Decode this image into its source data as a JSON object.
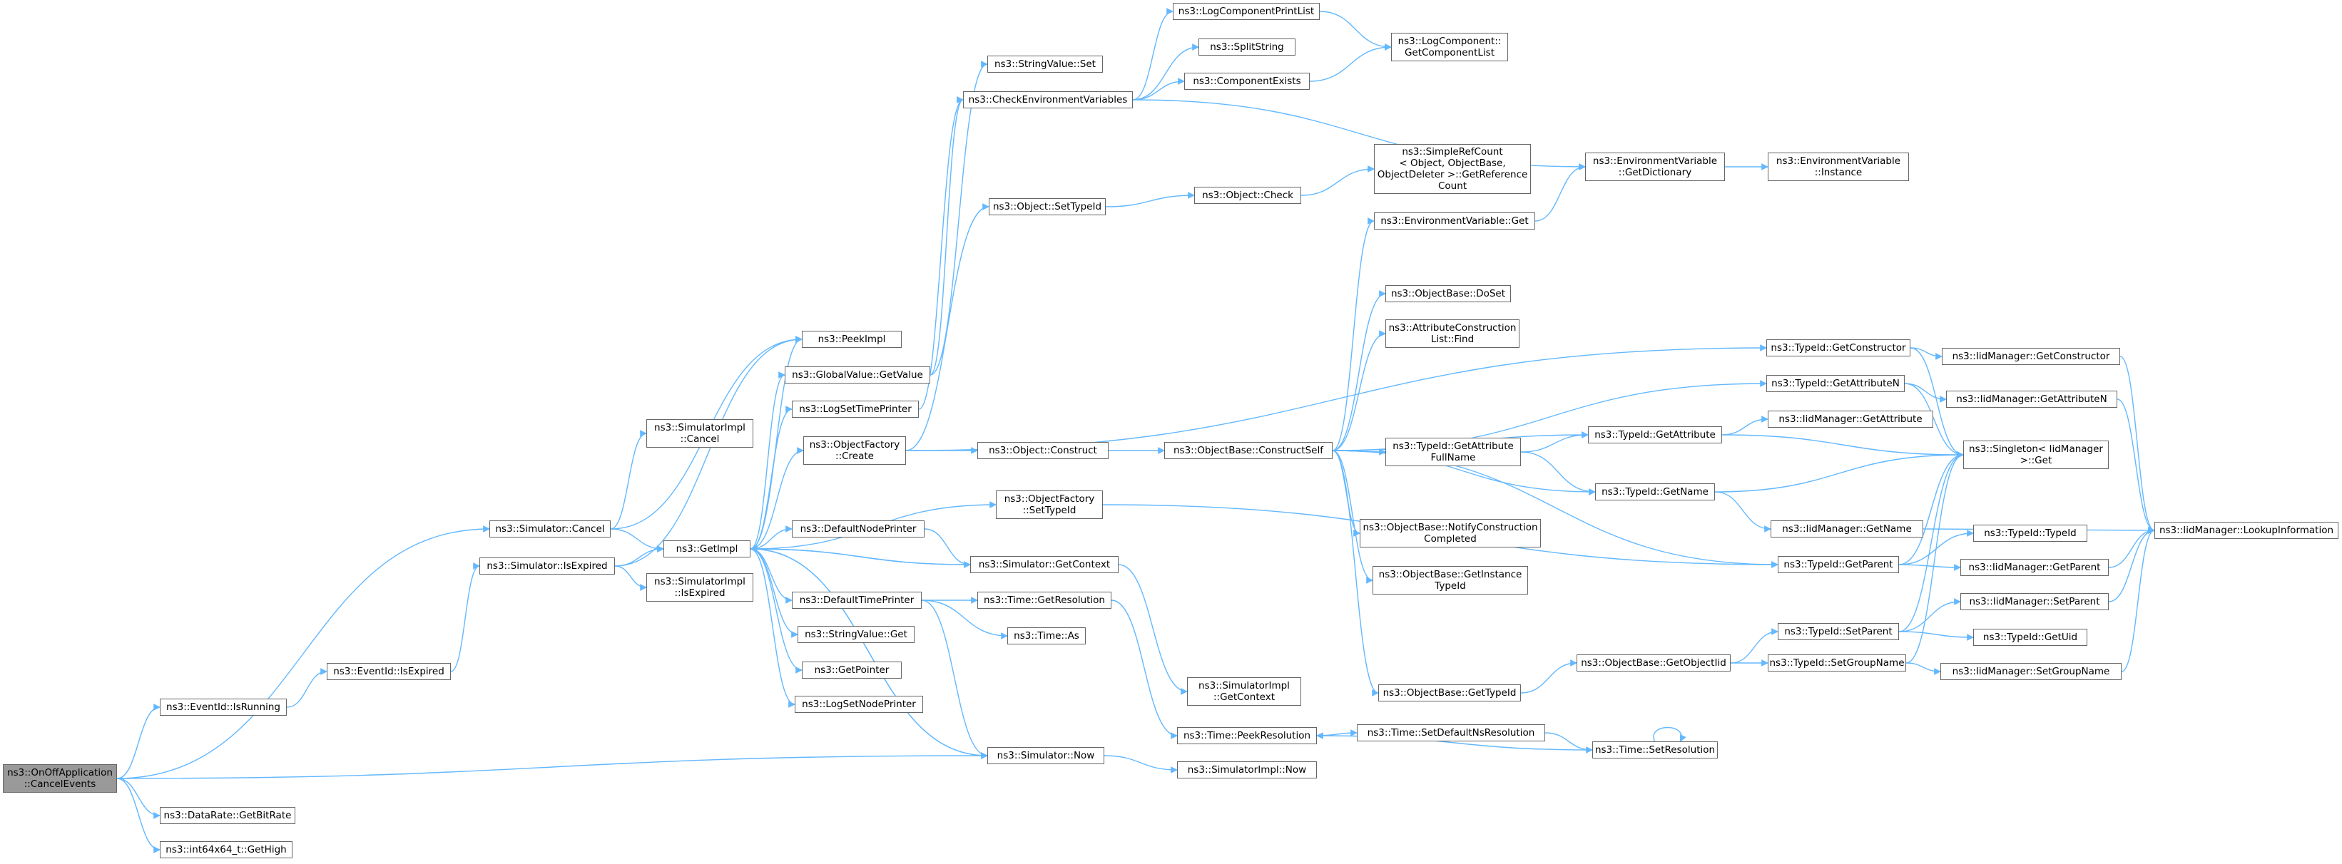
{
  "colors": {
    "edge": "#63b8ff",
    "node_border": "#666666",
    "root_fill": "#999999",
    "node_fill": "#ffffff",
    "background": "#ffffff"
  },
  "nodes": {
    "root": "ns3::OnOffApplication\n::CancelEvents",
    "eventid_isrunning": "ns3::EventId::IsRunning",
    "eventid_isexpired": "ns3::EventId::IsExpired",
    "datarate_getbitrate": "ns3::DataRate::GetBitRate",
    "int64x64_gethigh": "ns3::int64x64_t::GetHigh",
    "simulator_cancel": "ns3::Simulator::Cancel",
    "simulator_isexpired": "ns3::Simulator::IsExpired",
    "simulatorimpl_cancel": "ns3::SimulatorImpl\n::Cancel",
    "simulatorimpl_isexpired": "ns3::SimulatorImpl\n::IsExpired",
    "getimpl": "ns3::GetImpl",
    "peekimpl": "ns3::PeekImpl",
    "globalvalue_getvalue": "ns3::GlobalValue::GetValue",
    "logsettimeprinter": "ns3::LogSetTimePrinter",
    "objectfactory_create": "ns3::ObjectFactory\n::Create",
    "defaultnodeprinter": "ns3::DefaultNodePrinter",
    "defaulttimeprinter": "ns3::DefaultTimePrinter",
    "stringvalue_get": "ns3::StringValue::Get",
    "getpointer": "ns3::GetPointer",
    "logsetnodeprinter": "ns3::LogSetNodePrinter",
    "stringvalue_set": "ns3::StringValue::Set",
    "checkenvvars": "ns3::CheckEnvironmentVariables",
    "object_settypeid": "ns3::Object::SetTypeId",
    "object_construct": "ns3::Object::Construct",
    "objectfactory_settypeid": "ns3::ObjectFactory\n::SetTypeId",
    "simulator_getcontext": "ns3::Simulator::GetContext",
    "time_getresolution": "ns3::Time::GetResolution",
    "time_as": "ns3::Time::As",
    "simulator_now": "ns3::Simulator::Now",
    "logcomponentprintlist": "ns3::LogComponentPrintList",
    "splitstring": "ns3::SplitString",
    "componentexists": "ns3::ComponentExists",
    "object_check": "ns3::Object::Check",
    "simulatorimpl_getcontext": "ns3::SimulatorImpl\n::GetContext",
    "time_peekresolution": "ns3::Time::PeekResolution",
    "simulatorimpl_now": "ns3::SimulatorImpl::Now",
    "logcomponent_getcomponentlist": "ns3::LogComponent::\nGetComponentList",
    "simplerefcount": "ns3::SimpleRefCount\n< Object, ObjectBase,\nObjectDeleter >::GetReference\nCount",
    "envvar_get": "ns3::EnvironmentVariable::Get",
    "objectbase_constructself": "ns3::ObjectBase::ConstructSelf",
    "objectbase_doset": "ns3::ObjectBase::DoSet",
    "attrconstructionlist_find": "ns3::AttributeConstruction\nList::Find",
    "typeid_getattributefullname": "ns3::TypeId::GetAttribute\nFullName",
    "objectbase_notifyconstructioncompleted": "ns3::ObjectBase::NotifyConstruction\nCompleted",
    "objectbase_getinstancetypeid": "ns3::ObjectBase::GetInstance\nTypeId",
    "objectbase_gettypeid": "ns3::ObjectBase::GetTypeId",
    "time_setdefaultnsresolution": "ns3::Time::SetDefaultNsResolution",
    "envvar_getdictionary": "ns3::EnvironmentVariable\n::GetDictionary",
    "envvar_instance": "ns3::EnvironmentVariable\n::Instance",
    "typeid_getconstructor": "ns3::TypeId::GetConstructor",
    "typeid_getattributen": "ns3::TypeId::GetAttributeN",
    "typeid_getattribute": "ns3::TypeId::GetAttribute",
    "typeid_getname": "ns3::TypeId::GetName",
    "typeid_getparent": "ns3::TypeId::GetParent",
    "typeid_setparent": "ns3::TypeId::SetParent",
    "typeid_setgroupname": "ns3::TypeId::SetGroupName",
    "objectbase_getobjectiid": "ns3::ObjectBase::GetObjectIid",
    "time_setresolution": "ns3::Time::SetResolution",
    "iidmanager_getconstructor": "ns3::IidManager::GetConstructor",
    "iidmanager_getattributen": "ns3::IidManager::GetAttributeN",
    "iidmanager_getattribute": "ns3::IidManager::GetAttribute",
    "singleton_get": "ns3::Singleton< IidManager\n>::Get",
    "iidmanager_getname": "ns3::IidManager::GetName",
    "typeid_typeid": "ns3::TypeId::TypeId",
    "iidmanager_getparent": "ns3::IidManager::GetParent",
    "iidmanager_setparent": "ns3::IidManager::SetParent",
    "typeid_getuid": "ns3::TypeId::GetUid",
    "iidmanager_setgroupname": "ns3::IidManager::SetGroupName",
    "iidmanager_lookupinformation": "ns3::IidManager::LookupInformation"
  },
  "edges": [
    [
      "root",
      "eventid_isrunning"
    ],
    [
      "root",
      "datarate_getbitrate"
    ],
    [
      "root",
      "int64x64_gethigh"
    ],
    [
      "root",
      "simulator_cancel"
    ],
    [
      "root",
      "simulator_now"
    ],
    [
      "eventid_isrunning",
      "eventid_isexpired"
    ],
    [
      "eventid_isexpired",
      "simulator_isexpired"
    ],
    [
      "simulator_cancel",
      "simulatorimpl_cancel"
    ],
    [
      "simulator_cancel",
      "getimpl"
    ],
    [
      "simulator_cancel",
      "peekimpl"
    ],
    [
      "simulator_isexpired",
      "getimpl"
    ],
    [
      "simulator_isexpired",
      "simulatorimpl_isexpired"
    ],
    [
      "simulator_isexpired",
      "peekimpl"
    ],
    [
      "getimpl",
      "peekimpl"
    ],
    [
      "getimpl",
      "globalvalue_getvalue"
    ],
    [
      "getimpl",
      "logsettimeprinter"
    ],
    [
      "getimpl",
      "objectfactory_create"
    ],
    [
      "getimpl",
      "defaultnodeprinter"
    ],
    [
      "getimpl",
      "simulator_getcontext"
    ],
    [
      "getimpl",
      "defaulttimeprinter"
    ],
    [
      "getimpl",
      "stringvalue_get"
    ],
    [
      "getimpl",
      "getpointer"
    ],
    [
      "getimpl",
      "logsetnodeprinter"
    ],
    [
      "getimpl",
      "simulator_now"
    ],
    [
      "getimpl",
      "objectfactory_settypeid"
    ],
    [
      "globalvalue_getvalue",
      "stringvalue_set"
    ],
    [
      "globalvalue_getvalue",
      "checkenvvars"
    ],
    [
      "logsettimeprinter",
      "checkenvvars"
    ],
    [
      "objectfactory_create",
      "object_settypeid"
    ],
    [
      "objectfactory_create",
      "object_construct"
    ],
    [
      "objectfactory_create",
      "typeid_getconstructor"
    ],
    [
      "defaultnodeprinter",
      "simulator_getcontext"
    ],
    [
      "simulator_getcontext",
      "getimpl"
    ],
    [
      "simulator_getcontext",
      "simulatorimpl_getcontext"
    ],
    [
      "defaulttimeprinter",
      "time_getresolution"
    ],
    [
      "defaulttimeprinter",
      "time_as"
    ],
    [
      "defaulttimeprinter",
      "simulator_now"
    ],
    [
      "time_getresolution",
      "time_peekresolution"
    ],
    [
      "simulator_now",
      "getimpl"
    ],
    [
      "simulator_now",
      "simulatorimpl_now"
    ],
    [
      "checkenvvars",
      "logcomponentprintlist"
    ],
    [
      "checkenvvars",
      "splitstring"
    ],
    [
      "checkenvvars",
      "componentexists"
    ],
    [
      "checkenvvars",
      "envvar_getdictionary"
    ],
    [
      "logcomponentprintlist",
      "logcomponent_getcomponentlist"
    ],
    [
      "componentexists",
      "logcomponent_getcomponentlist"
    ],
    [
      "object_settypeid",
      "object_check"
    ],
    [
      "object_check",
      "simplerefcount"
    ],
    [
      "object_construct",
      "objectbase_constructself"
    ],
    [
      "objectfactory_settypeid",
      "typeid_getparent"
    ],
    [
      "objectbase_constructself",
      "envvar_get"
    ],
    [
      "objectbase_constructself",
      "objectbase_doset"
    ],
    [
      "objectbase_constructself",
      "attrconstructionlist_find"
    ],
    [
      "objectbase_constructself",
      "typeid_getattributefullname"
    ],
    [
      "objectbase_constructself",
      "objectbase_notifyconstructioncompleted"
    ],
    [
      "objectbase_constructself",
      "objectbase_getinstancetypeid"
    ],
    [
      "objectbase_constructself",
      "objectbase_gettypeid"
    ],
    [
      "objectbase_constructself",
      "typeid_getattributen"
    ],
    [
      "objectbase_constructself",
      "typeid_getattribute"
    ],
    [
      "objectbase_constructself",
      "typeid_getname"
    ],
    [
      "objectbase_constructself",
      "typeid_getparent"
    ],
    [
      "envvar_get",
      "envvar_getdictionary"
    ],
    [
      "envvar_getdictionary",
      "envvar_instance"
    ],
    [
      "typeid_getattributefullname",
      "typeid_getattribute"
    ],
    [
      "typeid_getattributefullname",
      "typeid_getname"
    ],
    [
      "objectbase_gettypeid",
      "objectbase_getobjectiid"
    ],
    [
      "objectbase_getobjectiid",
      "typeid_setparent"
    ],
    [
      "objectbase_getobjectiid",
      "typeid_setgroupname"
    ],
    [
      "time_peekresolution",
      "time_setdefaultnsresolution"
    ],
    [
      "time_setdefaultnsresolution",
      "time_setresolution"
    ],
    [
      "time_setresolution",
      "time_setresolution"
    ],
    [
      "time_setresolution",
      "time_peekresolution"
    ],
    [
      "typeid_getconstructor",
      "iidmanager_getconstructor"
    ],
    [
      "typeid_getconstructor",
      "singleton_get"
    ],
    [
      "typeid_getattributen",
      "iidmanager_getattributen"
    ],
    [
      "typeid_getattributen",
      "singleton_get"
    ],
    [
      "typeid_getattribute",
      "iidmanager_getattribute"
    ],
    [
      "typeid_getattribute",
      "singleton_get"
    ],
    [
      "typeid_getname",
      "iidmanager_getname"
    ],
    [
      "typeid_getname",
      "singleton_get"
    ],
    [
      "typeid_getparent",
      "typeid_typeid"
    ],
    [
      "typeid_getparent",
      "iidmanager_getparent"
    ],
    [
      "typeid_getparent",
      "singleton_get"
    ],
    [
      "typeid_setparent",
      "iidmanager_setparent"
    ],
    [
      "typeid_setparent",
      "typeid_getuid"
    ],
    [
      "typeid_setparent",
      "singleton_get"
    ],
    [
      "typeid_setgroupname",
      "iidmanager_setgroupname"
    ],
    [
      "typeid_setgroupname",
      "singleton_get"
    ],
    [
      "iidmanager_getconstructor",
      "iidmanager_lookupinformation"
    ],
    [
      "iidmanager_getattributen",
      "iidmanager_lookupinformation"
    ],
    [
      "iidmanager_getname",
      "iidmanager_lookupinformation"
    ],
    [
      "iidmanager_getparent",
      "iidmanager_lookupinformation"
    ],
    [
      "iidmanager_setparent",
      "iidmanager_lookupinformation"
    ],
    [
      "iidmanager_setgroupname",
      "iidmanager_lookupinformation"
    ]
  ]
}
